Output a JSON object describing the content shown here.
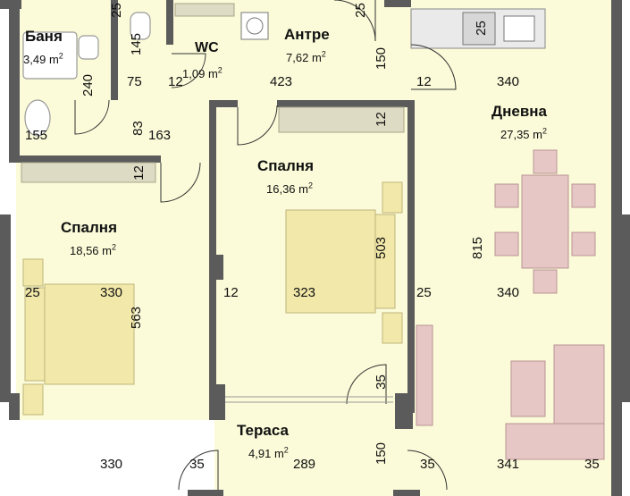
{
  "rooms": {
    "bath": {
      "name": "Баня",
      "area": "3,49",
      "unit": "m",
      "exp": "2"
    },
    "wc": {
      "name": "WC",
      "area": "1,09",
      "unit": "m",
      "exp": "2"
    },
    "hall": {
      "name": "Антре",
      "area": "7,62",
      "unit": "m",
      "exp": "2"
    },
    "living": {
      "name": "Дневна",
      "area": "27,35",
      "unit": "m",
      "exp": "2"
    },
    "bedroom1": {
      "name": "Спалня",
      "area": "16,36",
      "unit": "m",
      "exp": "2"
    },
    "bedroom2": {
      "name": "Спалня",
      "area": "18,56",
      "unit": "m",
      "exp": "2"
    },
    "terrace": {
      "name": "Тераса",
      "area": "4,91",
      "unit": "m",
      "exp": "2"
    }
  },
  "dims": {
    "d25_top": "25",
    "d25_hall": "25",
    "d25_kitchen": "25",
    "d145": "145",
    "d240": "240",
    "d75": "75",
    "d12_wc": "12",
    "d423": "423",
    "d12_hall": "12",
    "d340_top": "340",
    "d150_hall": "150",
    "d155": "155",
    "d83": "83",
    "d163": "163",
    "d12_wardrobe": "12",
    "d12_left": "12",
    "d815": "815",
    "d503": "503",
    "d25_left": "25",
    "d330_mid": "330",
    "d563": "563",
    "d12_mid": "12",
    "d323": "323",
    "d25_mid": "25",
    "d340_mid": "340",
    "d35_door": "35",
    "d330_bot": "330",
    "d35_bot1": "35",
    "d289": "289",
    "d150_bot": "150",
    "d35_bot2": "35",
    "d341": "341",
    "d35_bot3": "35"
  },
  "colors": {
    "floor": "#fbfbd9",
    "wall": "#5b5b5b",
    "bed": "#f2e8a9",
    "furniture": "#e7c6c6",
    "wardrobe": "#dedbc4",
    "appliance": "#cfcfcf"
  }
}
